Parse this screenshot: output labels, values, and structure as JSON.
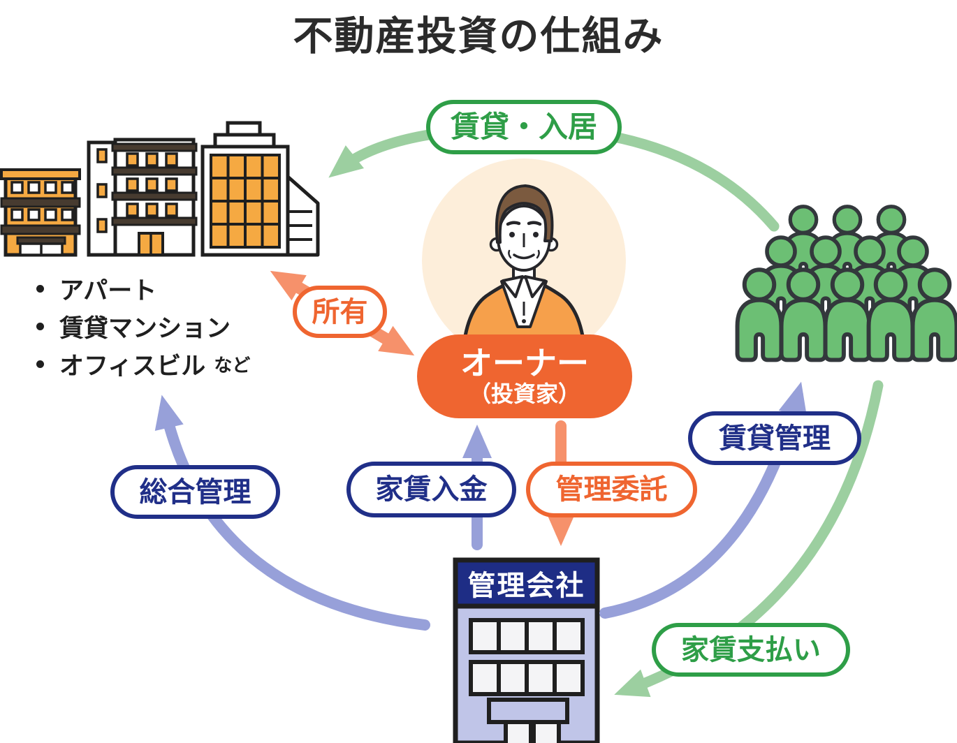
{
  "title": "不動産投資の仕組み",
  "properties": {
    "items": [
      "アパート",
      "賃貸マンション",
      "オフィスビル"
    ],
    "suffix": "など"
  },
  "nodes": {
    "owner": {
      "label": "オーナー",
      "sublabel": "（投資家）"
    },
    "management_company": {
      "label": "管理会社"
    }
  },
  "flows": {
    "rental_move_in": {
      "label": "賃貸・入居"
    },
    "ownership": {
      "label": "所有"
    },
    "comprehensive_management": {
      "label": "総合管理"
    },
    "rent_deposit": {
      "label": "家賃入金"
    },
    "management_consignment": {
      "label": "管理委託"
    },
    "rental_management": {
      "label": "賃貸管理"
    },
    "rent_payment": {
      "label": "家賃支払い"
    }
  },
  "colors": {
    "accent_orange": "#ef6530",
    "light_orange_arrow": "#f6916b",
    "navy": "#202f88",
    "periwinkle_arrow": "#97a0d9",
    "green": "#2e9e47",
    "light_green_arrow": "#9ccfa0",
    "tenant_green": "#6cbf74",
    "building_orange": "#f5a942",
    "lavender": "#c0c5e8",
    "text_black": "#1f1f1f"
  }
}
